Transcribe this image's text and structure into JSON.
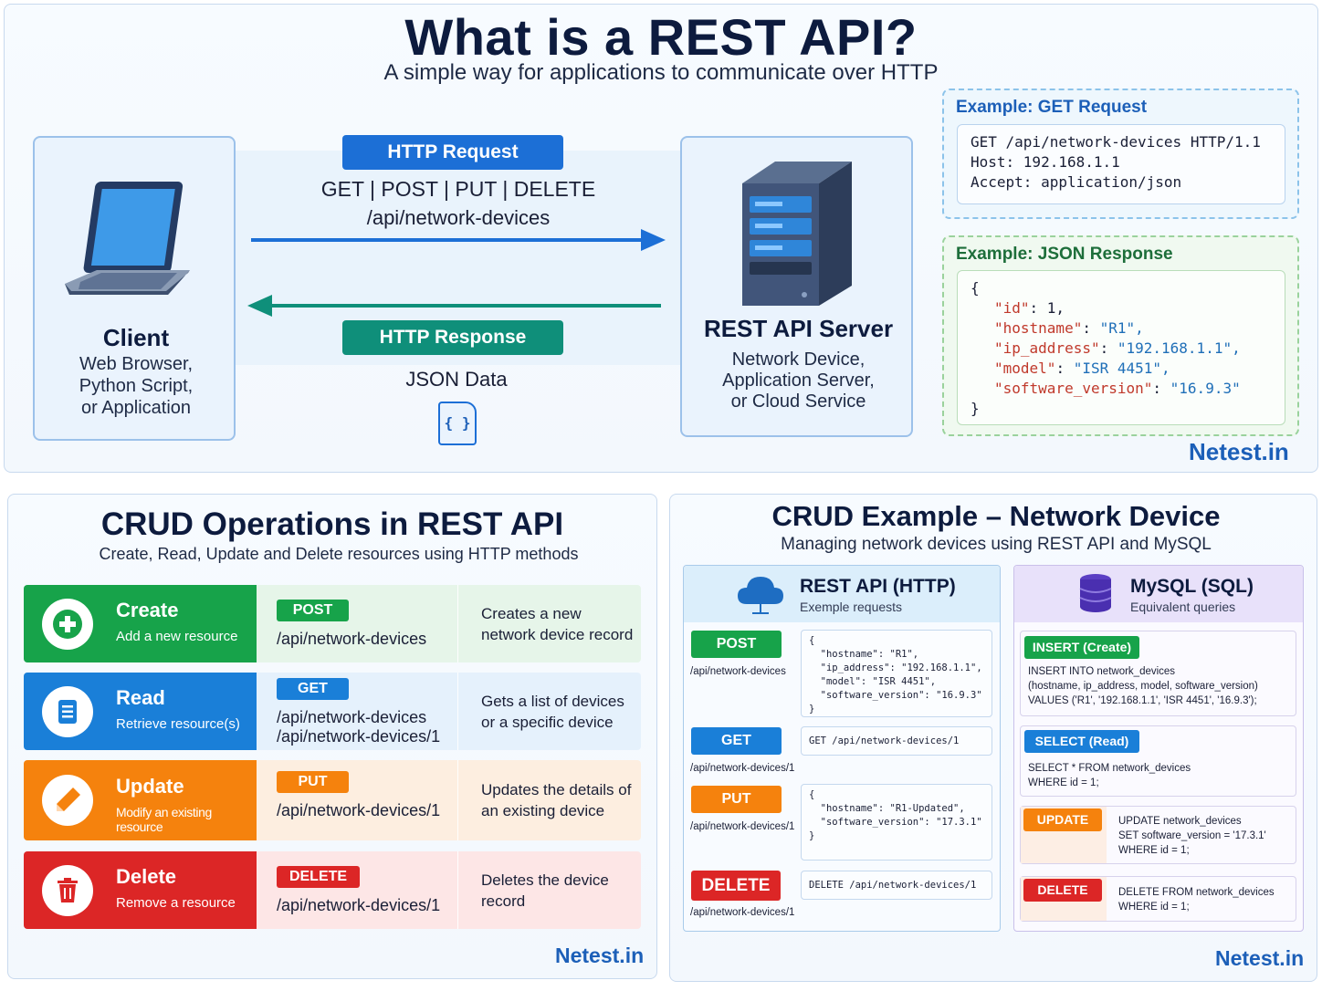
{
  "header": {
    "title": "What is a REST API?",
    "subtitle": "A simple way for applications to communicate over HTTP"
  },
  "client": {
    "title": "Client",
    "desc_lines": [
      "Web Browser,",
      "Python Script,",
      "or Application"
    ]
  },
  "server": {
    "title": "REST API Server",
    "desc_lines": [
      "Network Device,",
      "Application Server,",
      "or Cloud Service"
    ]
  },
  "request": {
    "label": "HTTP Request",
    "methods": "GET | POST | PUT | DELETE",
    "path": "/api/network-devices"
  },
  "response": {
    "label": "HTTP Response",
    "data": "JSON Data",
    "icon_text": "{ }"
  },
  "example_get": {
    "title": "Example: GET Request",
    "lines": [
      "GET /api/network-devices HTTP/1.1",
      "Host: 192.168.1.1",
      "Accept: application/json"
    ]
  },
  "example_json": {
    "title": "Example: JSON Response",
    "open": "{",
    "close": "}",
    "fields": [
      {
        "key": "\"id\"",
        "value": "1,",
        "is_str": false
      },
      {
        "key": "\"hostname\"",
        "value": "\"R1\",",
        "is_str": true
      },
      {
        "key": "\"ip_address\"",
        "value": "\"192.168.1.1\",",
        "is_str": true
      },
      {
        "key": "\"model\"",
        "value": "\"ISR 4451\",",
        "is_str": true
      },
      {
        "key": "\"software_version\"",
        "value": "\"16.9.3\"",
        "is_str": true
      }
    ]
  },
  "brand": "Netest.in",
  "crud_ops": {
    "title": "CRUD Operations in REST API",
    "subtitle": "Create, Read, Update and Delete resources using HTTP methods",
    "rows": [
      {
        "name": "Create",
        "sub": "Add a new resource",
        "method": "POST",
        "paths": [
          "/api/network-devices"
        ],
        "desc": [
          "Creates a new",
          "network device record"
        ]
      },
      {
        "name": "Read",
        "sub": "Retrieve resource(s)",
        "method": "GET",
        "paths": [
          "/api/network-devices",
          "/api/network-devices/1"
        ],
        "desc": [
          "Gets a list of devices",
          "or a specific device"
        ]
      },
      {
        "name": "Update",
        "sub": "Modify an existing resource",
        "method": "PUT",
        "paths": [
          "/api/network-devices/1"
        ],
        "desc": [
          "Updates the details of",
          "an existing device"
        ]
      },
      {
        "name": "Delete",
        "sub": "Remove a resource",
        "method": "DELETE",
        "paths": [
          "/api/network-devices/1"
        ],
        "desc": [
          "Deletes the device",
          "record"
        ]
      }
    ]
  },
  "crud_example": {
    "title": "CRUD Example – Network Device",
    "subtitle": "Managing network devices using REST API and MySQL",
    "rest": {
      "title": "REST API (HTTP)",
      "sub": "Exemple requests",
      "items": [
        {
          "method": "POST",
          "path": "/api/network-devices",
          "code": "{\n  \"hostname\": \"R1\",\n  \"ip_address\": \"192.168.1.1\",\n  \"model\": \"ISR 4451\",\n  \"software_version\": \"16.9.3\"\n}"
        },
        {
          "method": "GET",
          "path": "/api/network-devices/1",
          "code": "GET /api/network-devices/1"
        },
        {
          "method": "PUT",
          "path": "/api/network-devices/1",
          "code": "{\n  \"hostname\": \"R1-Updated\",\n  \"software_version\": \"17.3.1\"\n}"
        },
        {
          "method": "DELETE",
          "path": "/api/network-devices/1",
          "code": "DELETE /api/network-devices/1"
        }
      ]
    },
    "sql": {
      "title": "MySQL (SQL)",
      "sub": "Equivalent queries",
      "items": [
        {
          "tag": "INSERT (Create)",
          "query": "INSERT INTO network_devices\n(hostname, ip_address, model, software_version)\nVALUES ('R1', '192.168.1.1', 'ISR 4451', '16.9.3');"
        },
        {
          "tag": "SELECT (Read)",
          "query": "SELECT * FROM network_devices\nWHERE id = 1;"
        },
        {
          "tag": "UPDATE",
          "query": "UPDATE network_devices\nSET software_version = '17.3.1'\nWHERE id = 1;"
        },
        {
          "tag": "DELETE",
          "query": "DELETE FROM network_devices\nWHERE id = 1;"
        }
      ]
    }
  },
  "colors": {
    "post": "#17a34a",
    "get": "#1a7fd8",
    "put": "#f5820d",
    "delete": "#dc2626",
    "request_blue": "#1c6fd6",
    "response_teal": "#0f8f7a"
  }
}
